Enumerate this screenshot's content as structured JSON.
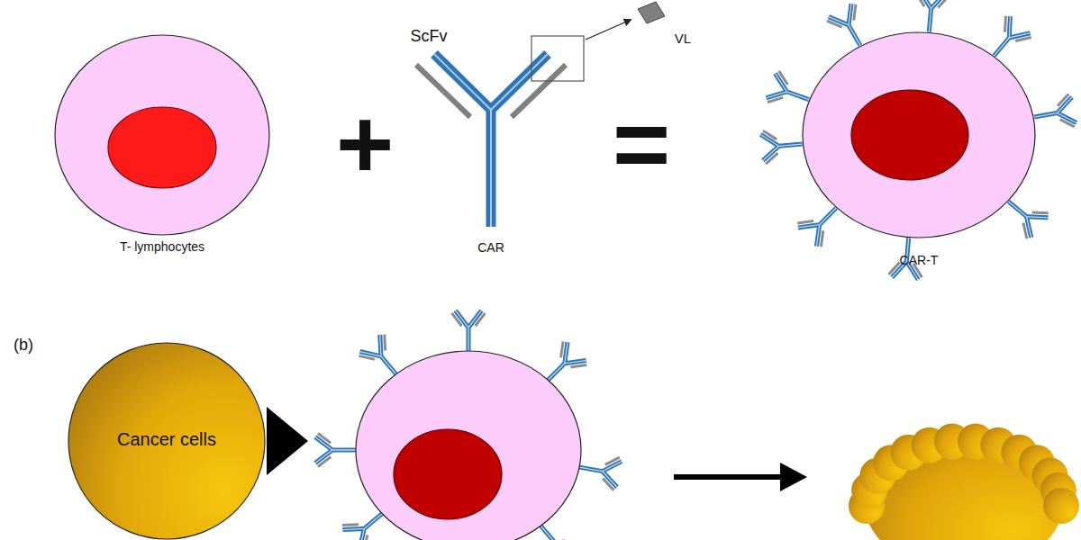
{
  "diagram": {
    "nodes": [
      {
        "text": [
          "T- lymphocytes"
        ]
      },
      {
        "text": [
          "CAR-T"
        ]
      },
      {
        "text": [
          "Cancer cells"
        ]
      }
    ],
    "labels": [
      "ScFv",
      "VL",
      "+",
      "CAR",
      "=",
      "(b)"
    ]
  }
}
